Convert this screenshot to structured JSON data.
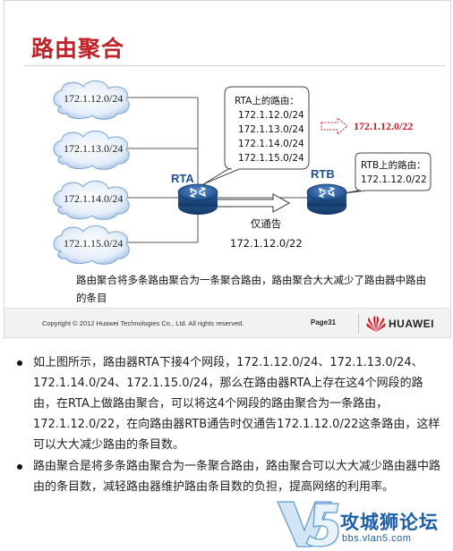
{
  "slide": {
    "title": "路由聚合",
    "networks": [
      "172.1.12.0/24",
      "172.1.13.0/24",
      "172.1.14.0/24",
      "172.1.15.0/24"
    ],
    "rta_label": "RTA",
    "rtb_label": "RTB",
    "rta_table_title": "RTA上的路由：",
    "rta_routes": [
      "172.1.12.0/24",
      "172.1.13.0/24",
      "172.1.14.0/24",
      "172.1.15.0/24"
    ],
    "aggregate_result": "172.1.12.0/22",
    "rtb_table_title": "RTB上的路由：",
    "rtb_routes": [
      "172.1.12.0/22"
    ],
    "only_advertise": "仅通告",
    "advertised_route": "172.1.12.0/22",
    "caption": "路由聚合将多条路由聚合为一条聚合路由，路由聚合大大减少了路由器中路由的条目",
    "copyright": "Copyright © 2012 Huawei Technologies Co., Ltd. All rights reserved.",
    "page": "Page31",
    "brand": "HUAWEI",
    "colors": {
      "title": "#c0242b",
      "router_label": "#1f4f8a",
      "router_body": "#2a5f9e",
      "red_arrow": "#c0242b"
    }
  },
  "bullets": [
    "如上图所示，路由器RTA下接4个网段，172.1.12.0/24、172.1.13.0/24、172.1.14.0/24、172.1.15.0/24，那么在路由器RTA上存在这4个网段的路由，在RTA上做路由聚合，可以将这4个网段的路由聚合为一条路由，172.1.12.0/22，在向路由器RTB通告时仅通告172.1.12.0/22这条路由，这样可以大大减少路由的条目数。",
    "路由聚合是将多条路由聚合为一条聚合路由，路由聚合可以大大减少路由器中路由的条目数，减轻路由器维护路由条目数的负担，提高网络的利用率。"
  ],
  "watermark": {
    "text": "攻城狮论坛",
    "url": "bbs.vlan5.com"
  }
}
